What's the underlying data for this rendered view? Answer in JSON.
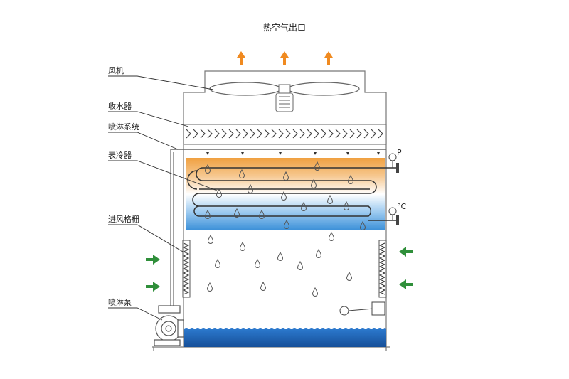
{
  "title": "热空气出口",
  "labels": {
    "fan": "风机",
    "drift_eliminator": "收水器",
    "spray_system": "喷淋系统",
    "cooler_coil": "表冷器",
    "inlet_louver": "进风格栅",
    "spray_pump": "喷淋泵"
  },
  "gauges": {
    "pressure": "P",
    "temperature": "°C"
  },
  "colors": {
    "hot_air_arrow": "#f08a20",
    "inlet_air_arrow": "#2f8f3a",
    "coil_hot": "#f0a040",
    "coil_cold": "#3a8fd8",
    "water_basin": "#1a5fb0",
    "outline": "#555555"
  },
  "icons": {
    "exhaust_arrows": "up-arrow-icon",
    "inlet_arrows": "left-right-arrow-icon",
    "water_drops": "water-drop-icon",
    "fan_motor": "motor-icon"
  }
}
